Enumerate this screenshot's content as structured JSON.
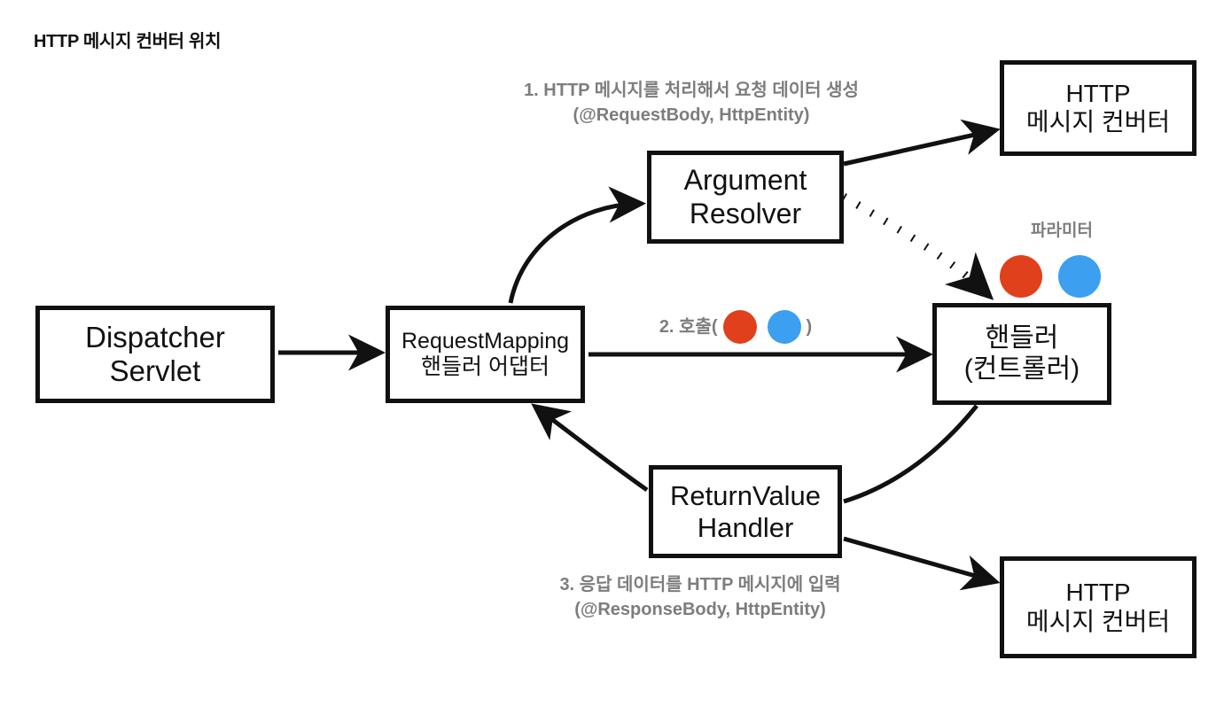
{
  "page": {
    "title": "HTTP 메시지 컨버터 위치"
  },
  "colors": {
    "stroke": "#111111",
    "label_gray": "#7d7d7d",
    "dot_red": "#e0401b",
    "dot_blue": "#3c9ff0",
    "background": "#ffffff"
  },
  "nodes": {
    "dispatcher_servlet": {
      "line1": "Dispatcher",
      "line2": "Servlet"
    },
    "request_mapping_adapter": {
      "line1": "RequestMapping",
      "line2": "핸들러 어댑터"
    },
    "argument_resolver": {
      "line1": "Argument",
      "line2": "Resolver"
    },
    "handler": {
      "line1": "핸들러",
      "line2": "(컨트롤러)"
    },
    "return_value_handler": {
      "line1": "ReturnValue",
      "line2": "Handler"
    },
    "http_message_converter_top": {
      "line1": "HTTP",
      "line2": "메시지 컨버터"
    },
    "http_message_converter_bottom": {
      "line1": "HTTP",
      "line2": "메시지 컨버터"
    }
  },
  "labels": {
    "step1": {
      "line1": "1. HTTP 메시지를 처리해서 요청 데이터 생성",
      "line2": "(@RequestBody, HttpEntity)"
    },
    "step2": {
      "prefix": "2. 호출(",
      "suffix": ")"
    },
    "step3": {
      "line1": "3. 응답 데이터를 HTTP 메시지에 입력",
      "line2": "(@ResponseBody, HttpEntity)"
    },
    "parameter": "파라미터"
  }
}
